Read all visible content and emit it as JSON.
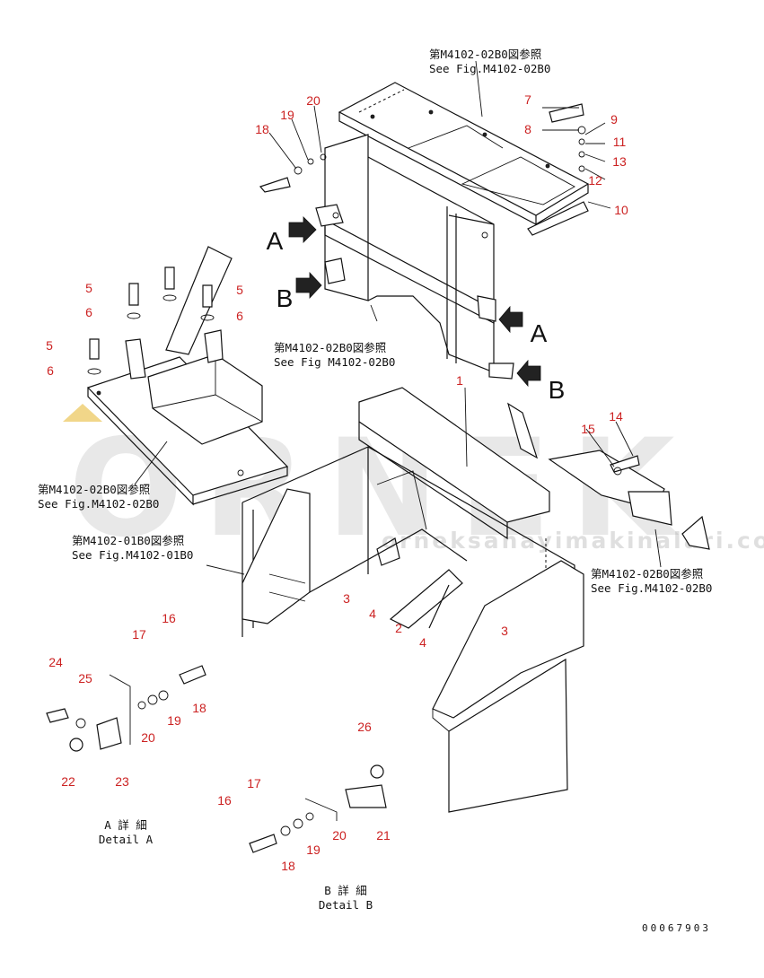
{
  "watermark": {
    "letters": "ORNEK",
    "url": "orneksanayimakinalari.com.tr",
    "accent_color": "#e6b428"
  },
  "part_labels": {
    "color": "#cc2222",
    "items": [
      "1",
      "2",
      "3",
      "3",
      "4",
      "4",
      "5",
      "5",
      "5",
      "6",
      "6",
      "6",
      "7",
      "8",
      "9",
      "10",
      "11",
      "12",
      "13",
      "14",
      "15",
      "16",
      "16",
      "17",
      "17",
      "18",
      "18",
      "18",
      "19",
      "19",
      "19",
      "20",
      "20",
      "20",
      "21",
      "22",
      "23",
      "24",
      "25",
      "26"
    ]
  },
  "references": {
    "top": {
      "jp": "第M4102-02B0図参照",
      "en": "See Fig.M4102-02B0"
    },
    "center": {
      "jp": "第M4102-02B0図参照",
      "en": "See Fig M4102-02B0"
    },
    "left_upper": {
      "jp": "第M4102-02B0図参照",
      "en": "See Fig.M4102-02B0"
    },
    "left_lower": {
      "jp": "第M4102-01B0図参照",
      "en": "See Fig.M4102-01B0"
    },
    "right": {
      "jp": "第M4102-02B0図参照",
      "en": "See Fig.M4102-02B0"
    }
  },
  "views": {
    "a": "A",
    "b": "B"
  },
  "details": {
    "a": {
      "jp": "A 詳 細",
      "en": "Detail A"
    },
    "b": {
      "jp": "B 詳 細",
      "en": "Detail B"
    }
  },
  "document_number": "00067903"
}
